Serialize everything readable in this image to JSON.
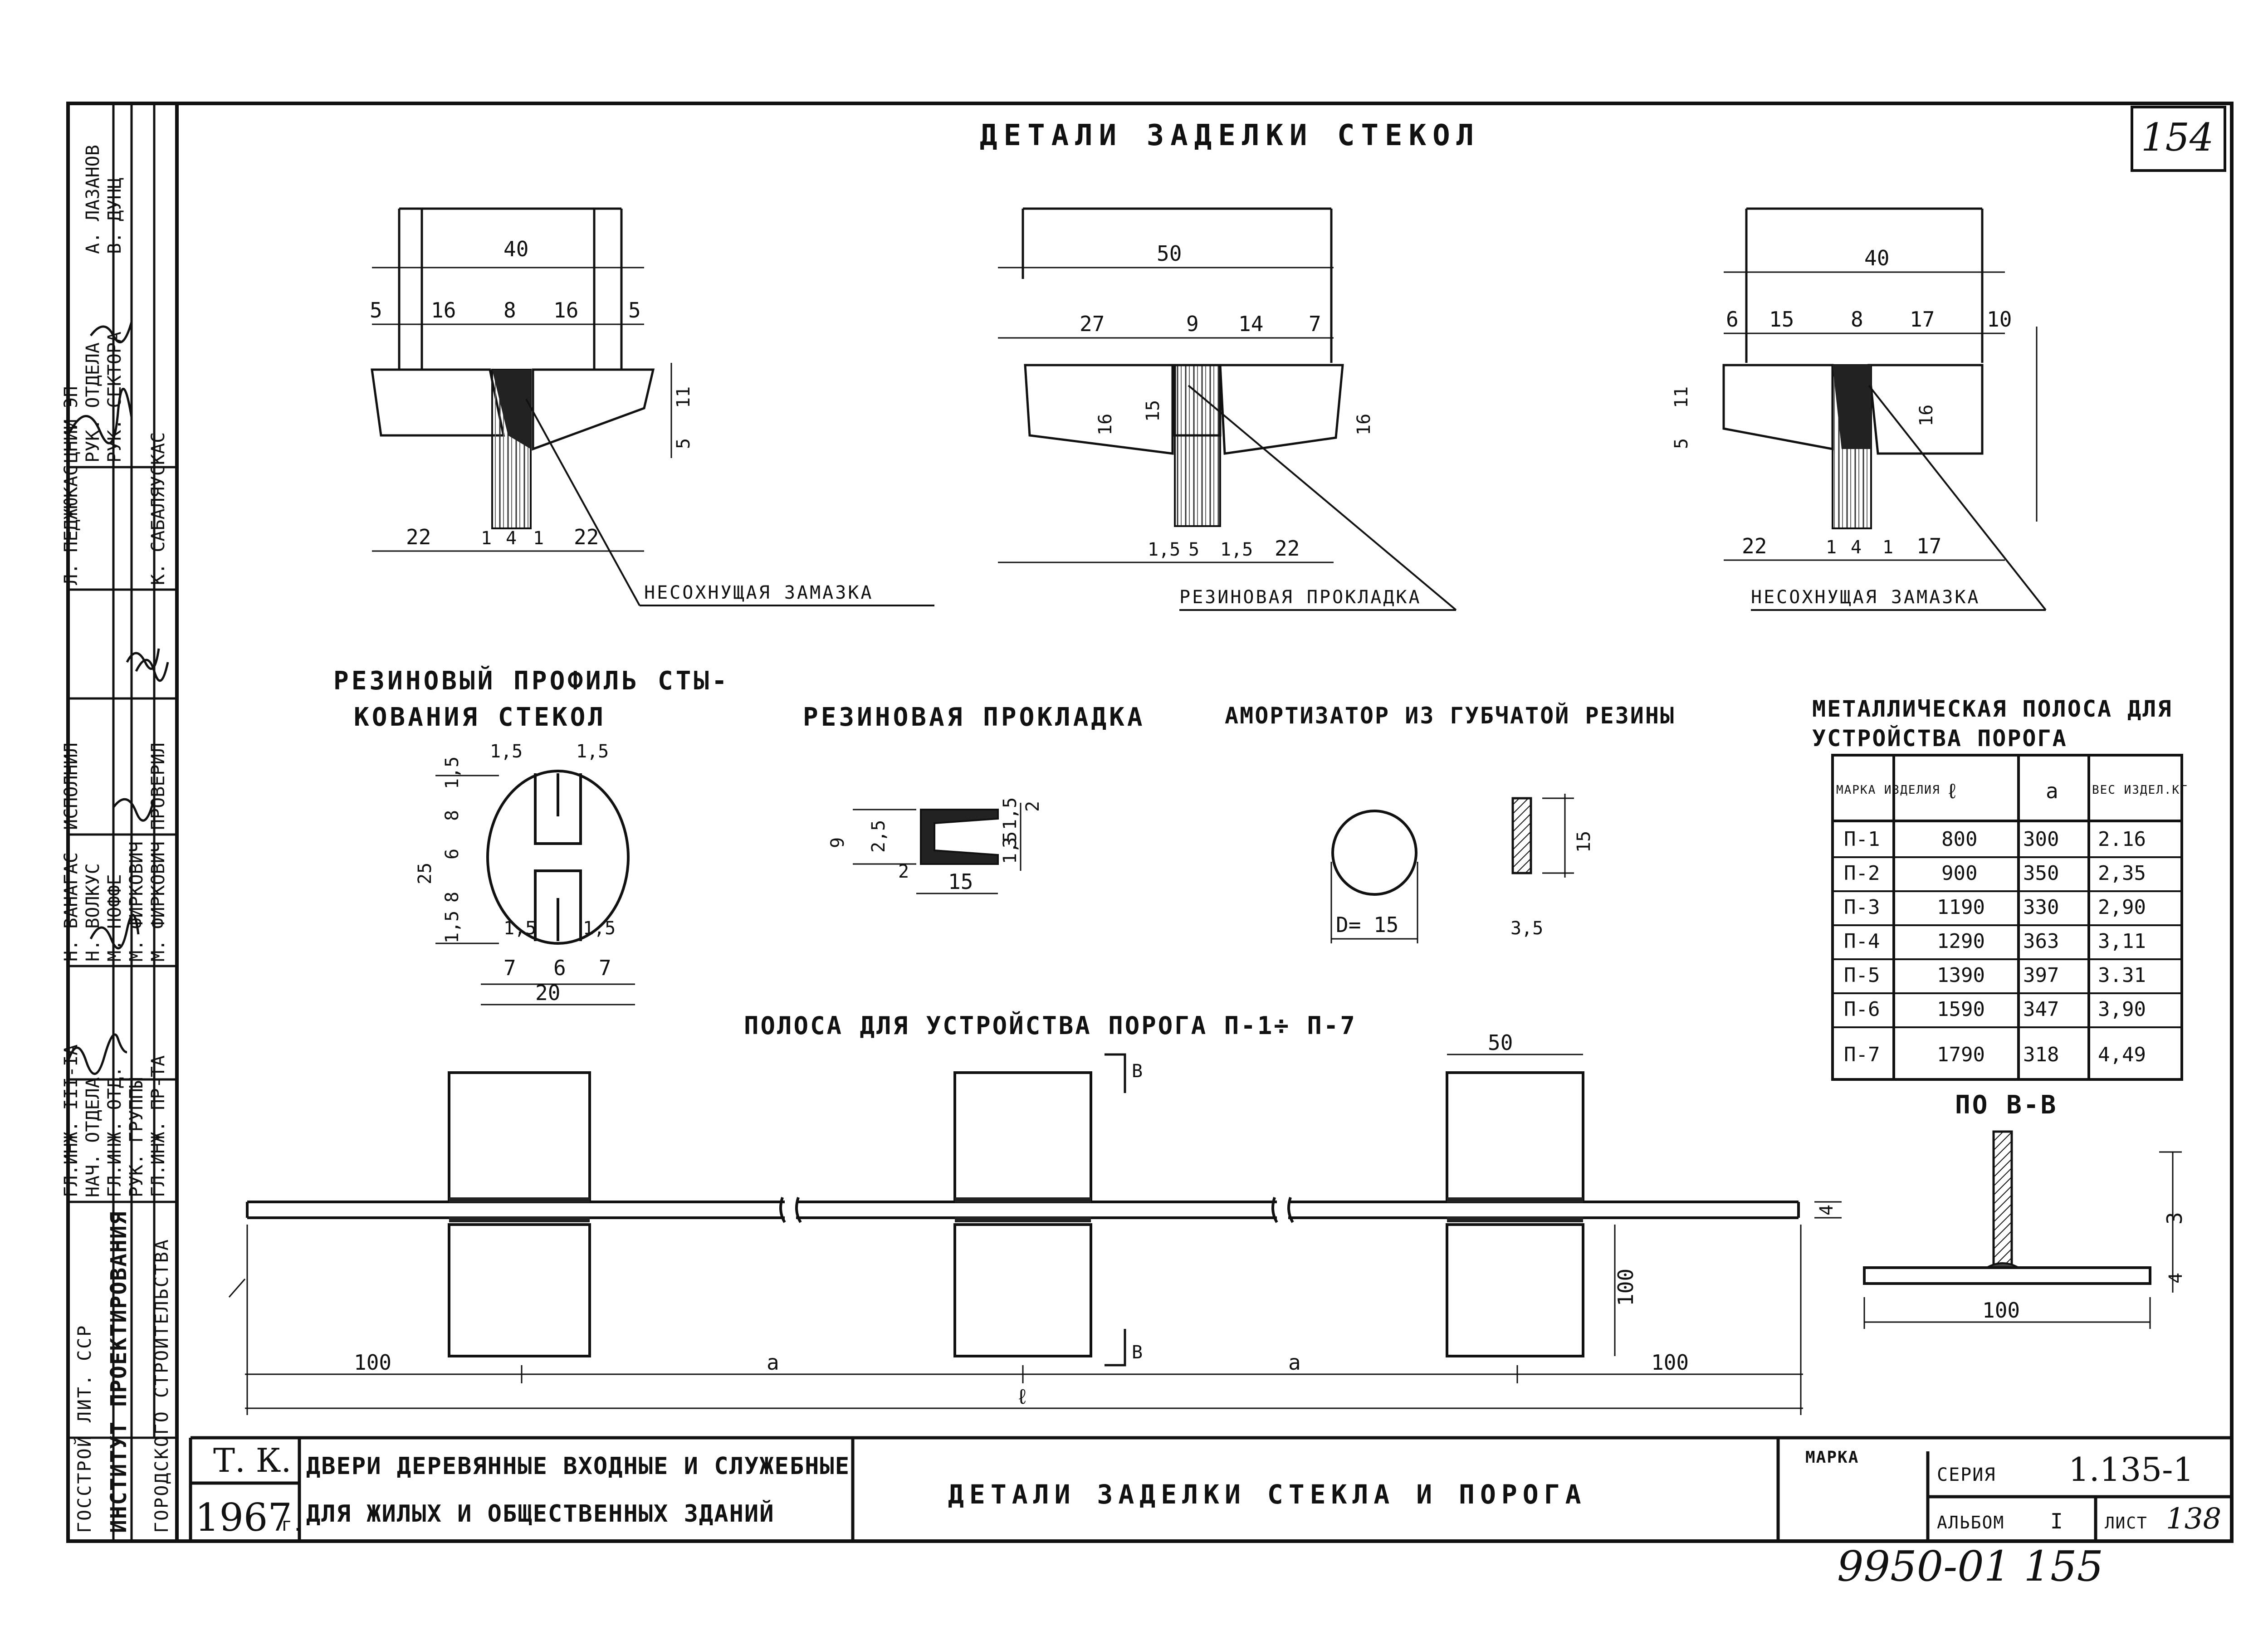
{
  "sheet": {
    "page_number": "154",
    "title": "ДЕТАЛИ ЗАДЕЛКИ СТЕКОЛ",
    "bottom_note": "9950-01 155"
  },
  "glazing_details": [
    {
      "total": "40",
      "dims_top": [
        "5",
        "16",
        "8",
        "16",
        "5"
      ],
      "dims_bottom": [
        "22",
        "1",
        "4",
        "1",
        "22"
      ],
      "dims_side": [
        "5",
        "11"
      ],
      "label": "НЕСОХНУЩАЯ ЗАМАЗКА"
    },
    {
      "total": "50",
      "dims_top": [
        "27",
        "9",
        "14",
        "7"
      ],
      "dims_bottom": [
        "1,5",
        "5",
        "1,5",
        "22"
      ],
      "dims_side": [
        "16",
        "15",
        "16"
      ],
      "label": "РЕЗИНОВАЯ ПРОКЛАДКА"
    },
    {
      "total": "40",
      "dims_top": [
        "6",
        "15",
        "8",
        "17",
        "10"
      ],
      "dims_bottom": [
        "22",
        "1",
        "4",
        "1",
        "17"
      ],
      "dims_side": [
        "5",
        "11",
        "16"
      ],
      "label": "НЕСОХНУЩАЯ ЗАМАЗКА"
    }
  ],
  "profiles": {
    "rubber_profile_title_1": "РЕЗИНОВЫЙ ПРОФИЛЬ СТЫ-",
    "rubber_profile_title_2": "КОВАНИЯ СТЕКОЛ",
    "rubber_profile_dims": {
      "top": "1,5",
      "top2": "1,5",
      "left_a": "1,5",
      "left_b": "8",
      "left_c": "6",
      "left_d": "8",
      "left_e": "1,5",
      "height": "25",
      "bottom_a": "1,5",
      "bottom_b": "1,5",
      "w1": "7",
      "w2": "6",
      "w3": "7",
      "width": "20"
    },
    "gasket_title": "РЕЗИНОВАЯ ПРОКЛАДКА",
    "gasket_dims": {
      "h": "9",
      "a": "2,5",
      "b": "2",
      "c": "1,5",
      "d": "3",
      "e": "1,5",
      "f": "2",
      "w": "15"
    },
    "shock_title": "АМОРТИЗАТОР ИЗ ГУБЧАТОЙ РЕЗИНЫ",
    "shock_dims": {
      "d": "D= 15",
      "h": "15",
      "t": "3,5"
    }
  },
  "metal_strip": {
    "title_1": "МЕТАЛЛИЧЕСКАЯ ПОЛОСА ДЛЯ",
    "title_2": "УСТРОЙСТВА ПОРОГА",
    "headers": [
      "МАРКА ИЗДЕЛИЯ",
      "ℓ",
      "a",
      "ВЕС ИЗДЕЛ.КГ"
    ],
    "rows": [
      [
        "П-1",
        "800",
        "300",
        "2.16"
      ],
      [
        "П-2",
        "900",
        "350",
        "2,35"
      ],
      [
        "П-3",
        "1190",
        "330",
        "2,90"
      ],
      [
        "П-4",
        "1290",
        "363",
        "3,11"
      ],
      [
        "П-5",
        "1390",
        "397",
        "3.31"
      ],
      [
        "П-6",
        "1590",
        "347",
        "3,90"
      ],
      [
        "П-7",
        "1790",
        "318",
        "4,49"
      ]
    ]
  },
  "threshold": {
    "title": "ПОЛОСА ДЛЯ УСТРОЙСТВА ПОРОГА П-1÷ П-7",
    "dim_left": "100",
    "dim_a1": "a",
    "dim_a2": "a",
    "dim_right": "100",
    "dim_total": "ℓ",
    "dim_block_w": "50",
    "dim_block_h": "100",
    "dim_strip": "4",
    "cut_mark": "В"
  },
  "section_bb": {
    "title": "ПО В-В",
    "dim_h": "3",
    "dim_t": "4",
    "dim_w": "100"
  },
  "sidebar": {
    "org_1": "ГОССТРОЙ ЛИТ. ССР",
    "org_2": "ИНСТИТУТ ПРОЕКТИРОВАНИЯ",
    "org_3": "ГОРОДСКОГО СТРОИТЕЛЬСТВА",
    "roles": [
      "ГЛ.ИНЖ. III-IА",
      "НАЧ. ОТДЕЛА",
      "ГЛ.ИНЖ. ОТД.",
      "РУК. ГРУППЫ",
      "ГЛ.ИНЖ. ПР-ТА"
    ],
    "names": [
      "Н. ВАНАГАС",
      "Н. ВОЛКУС",
      "М. НОФФЕ",
      "М. ФИРКОВИЧ",
      "М. ФИРКОВИЧ"
    ],
    "roles_2": [
      "ИСПОЛНИЛ",
      "ПРОВЕРИЛ"
    ],
    "names_2": [
      "Л. ПЕДЖЮКАС",
      "К. САБАЛЯУСКАС"
    ],
    "roles_3": [
      "ЦНИИ ЭП",
      "РУК. ОТДЕЛА",
      "РУК. СЕКТОРА"
    ],
    "names_3": [
      "А. ЛАЗАНОВ",
      "В. ДУНЦ"
    ]
  },
  "title_block": {
    "tk": "Т. К.",
    "year": "1967",
    "year_suffix": "г.",
    "project_1": "ДВЕРИ ДЕРЕВЯННЫЕ ВХОДНЫЕ И СЛУЖЕБНЫЕ",
    "project_2": "ДЛЯ ЖИЛЫХ И ОБЩЕСТВЕННЫХ ЗДАНИЙ",
    "drawing_title": "ДЕТАЛИ ЗАДЕЛКИ СТЕКЛА И ПОРОГА",
    "marka_label": "МАРКА",
    "series_label": "СЕРИЯ",
    "series_value": "1.135-1",
    "album_label": "АЛЬБОМ",
    "album_value": "I",
    "sheet_label": "ЛИСТ",
    "sheet_value": "138"
  }
}
